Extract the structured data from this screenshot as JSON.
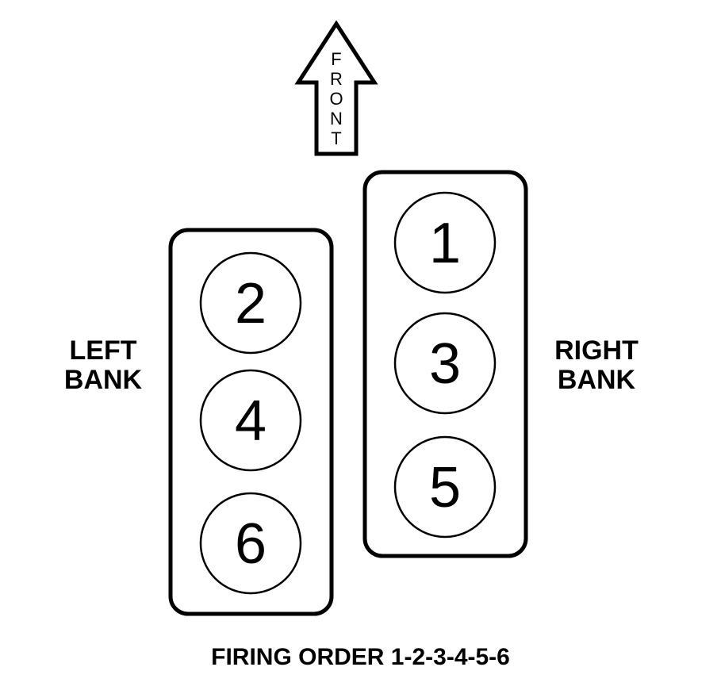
{
  "arrow": {
    "letters": [
      "F",
      "R",
      "O",
      "N",
      "T"
    ]
  },
  "left_bank": {
    "label_line1": "LEFT",
    "label_line2": "BANK",
    "cylinders": [
      "2",
      "4",
      "6"
    ]
  },
  "right_bank": {
    "label_line1": "RIGHT",
    "label_line2": "BANK",
    "cylinders": [
      "1",
      "3",
      "5"
    ]
  },
  "firing_order": "FIRING ORDER 1-2-3-4-5-6"
}
